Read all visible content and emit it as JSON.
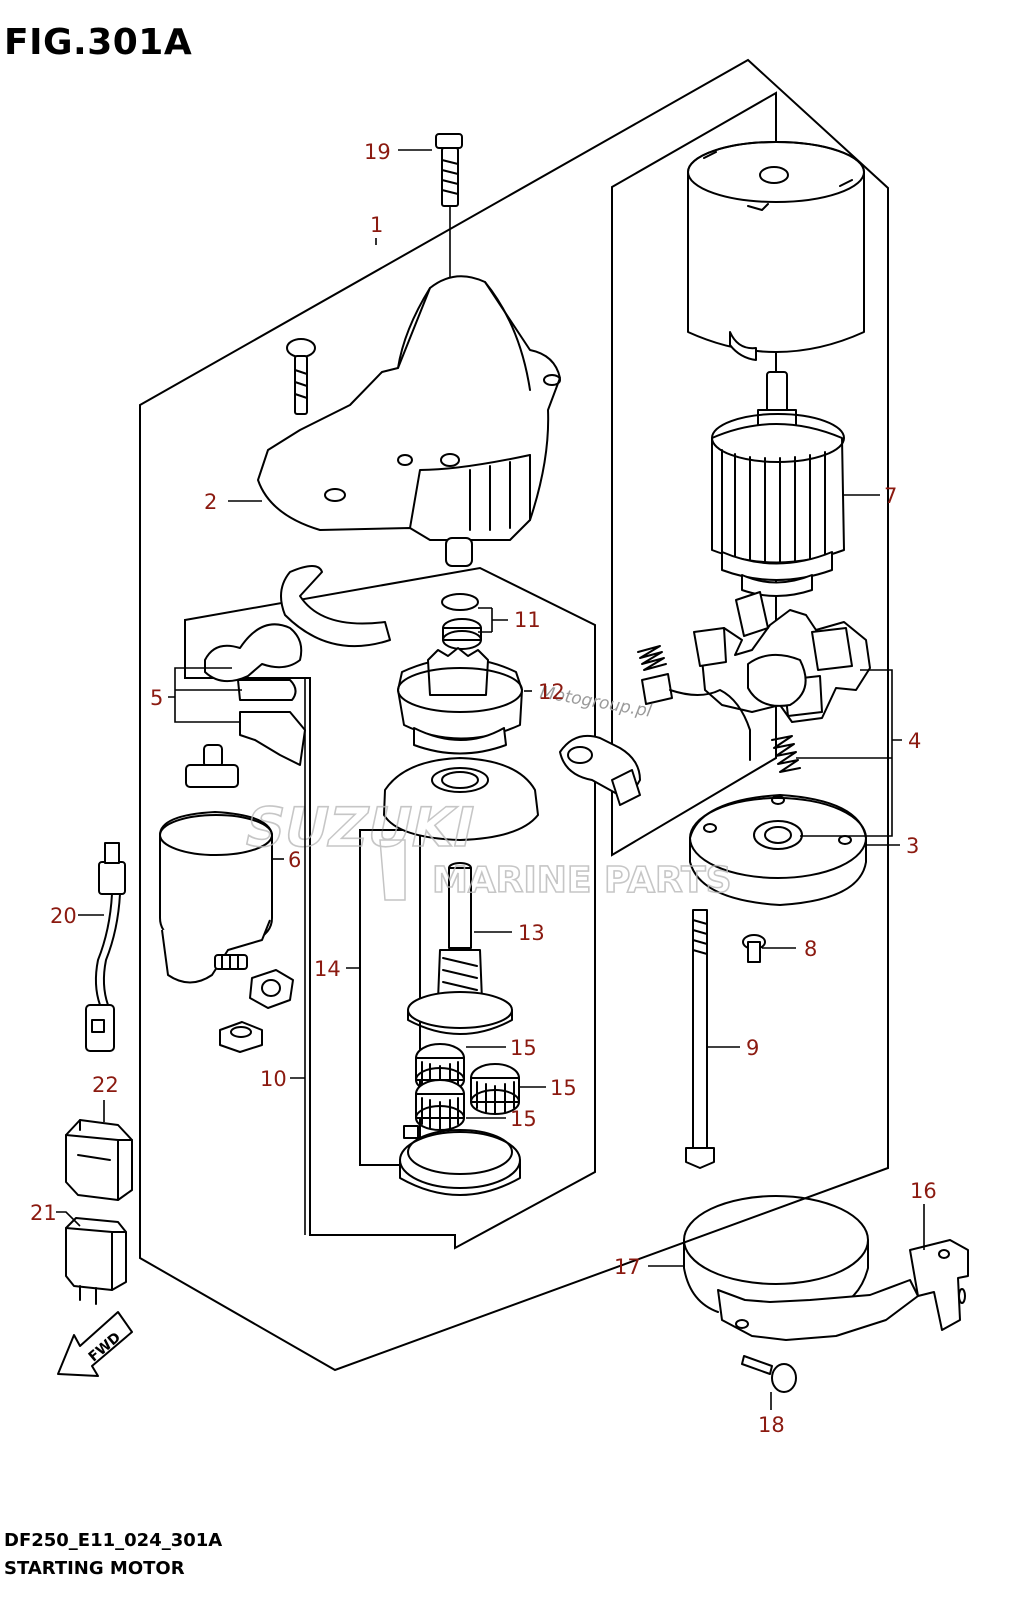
{
  "figure": {
    "title": "FIG.301A",
    "code": "DF250_E11_024_301A",
    "name": "STARTING MOTOR"
  },
  "watermark": {
    "brand": "SUZUKI",
    "subtitle": "MARINE PARTS",
    "site": "Motogroup.pl"
  },
  "fwd_label": "FWD",
  "callouts": {
    "c1": "1",
    "c2": "2",
    "c3": "3",
    "c4": "4",
    "c5": "5",
    "c6": "6",
    "c7": "7",
    "c8": "8",
    "c9": "9",
    "c10": "10",
    "c11": "11",
    "c12": "12",
    "c13": "13",
    "c14": "14",
    "c15a": "15",
    "c15b": "15",
    "c15c": "15",
    "c16": "16",
    "c17": "17",
    "c18": "18",
    "c19": "19",
    "c20": "20",
    "c21": "21",
    "c22": "22"
  },
  "colors": {
    "callout": "#8b1a10",
    "line": "#000000",
    "watermark": "#b9b9b9"
  }
}
